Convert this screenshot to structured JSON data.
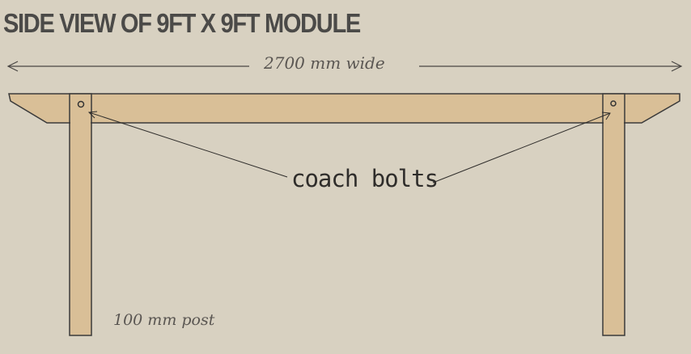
{
  "title": "SIDE VIEW OF 9FT X 9FT MODULE",
  "dimension_label": "2700 mm wide",
  "callout_label": "coach bolts",
  "post_label": "100 mm post",
  "colors": {
    "background": "#d8d1c1",
    "timber": "#d9bf97",
    "line": "#3a3a3a"
  }
}
